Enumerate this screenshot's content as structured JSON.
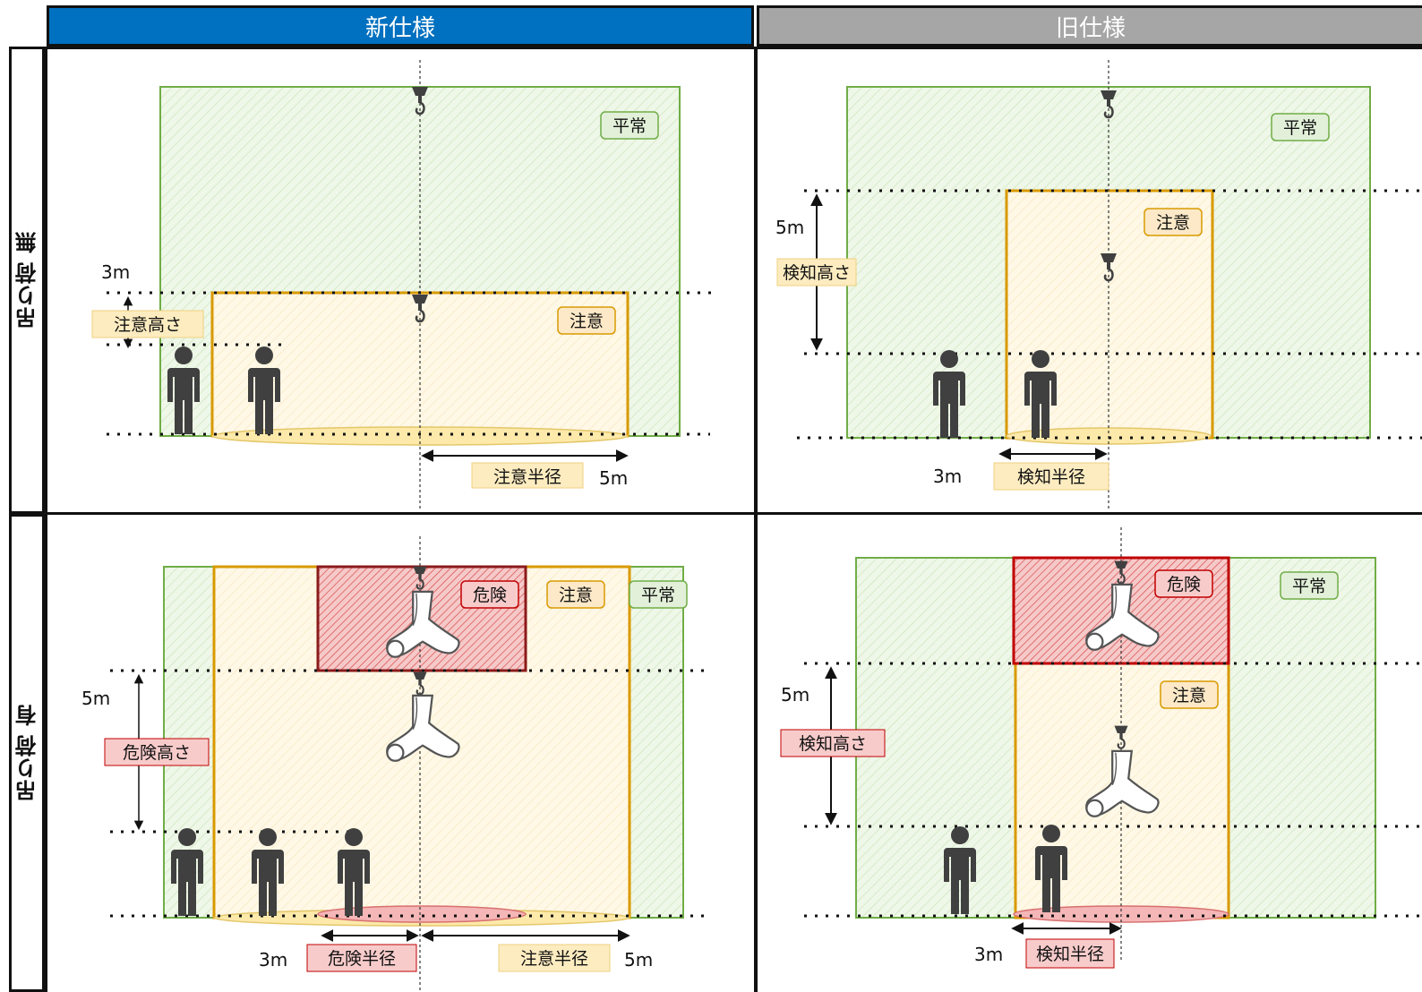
{
  "headers": {
    "new_spec": "新仕様",
    "old_spec": "旧仕様"
  },
  "rows": {
    "no_load": "吊り荷 無",
    "with_load": "吊り荷 有"
  },
  "zones": {
    "normal": "平常",
    "caution": "注意",
    "danger": "危険"
  },
  "labels": {
    "caution_height": "注意高さ",
    "caution_radius": "注意半径",
    "detect_height": "検知高さ",
    "detect_radius": "検知半径",
    "danger_height": "危険高さ",
    "danger_radius": "危険半径"
  },
  "dims": {
    "three_m": "3m",
    "five_m": "5m"
  },
  "colors": {
    "header_new": "#0070c0",
    "header_old": "#a6a6a6",
    "normal_green": "#70ad47",
    "caution_orange": "#d99a00",
    "danger_red": "#c00000"
  }
}
